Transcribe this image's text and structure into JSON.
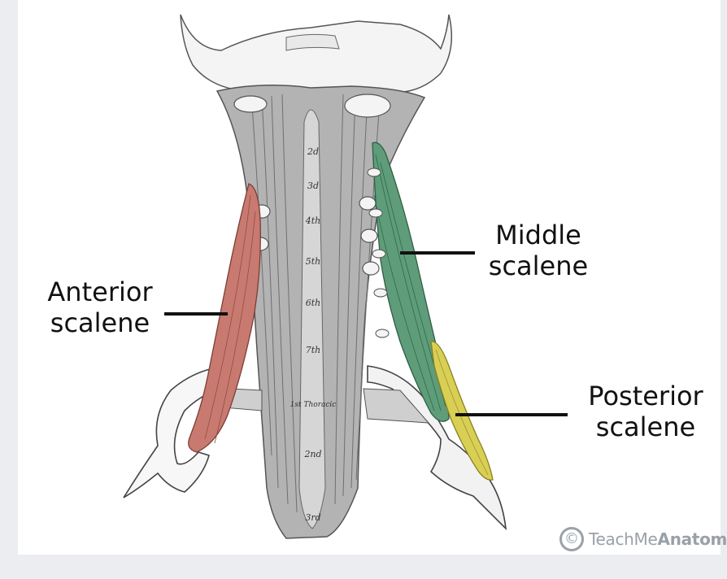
{
  "labels": {
    "anterior": [
      "Anterior",
      "scalene"
    ],
    "middle": [
      "Middle",
      "scalene"
    ],
    "posterior": [
      "Posterior",
      "scalene"
    ]
  },
  "vertebrae": [
    "2d",
    "3d",
    "4th",
    "5th",
    "6th",
    "7th",
    "1st Thoracic",
    "2nd",
    "3rd"
  ],
  "watermark": {
    "symbol": "©",
    "prefix": "TeachMe",
    "brand": "Anatomy"
  },
  "colors": {
    "anterior_muscle": "#c87a70",
    "middle_muscle": "#5f9c79",
    "posterior_muscle": "#d9cf55",
    "muscle_gray": "#b3b3b3",
    "bone": "#f6f6f6"
  }
}
